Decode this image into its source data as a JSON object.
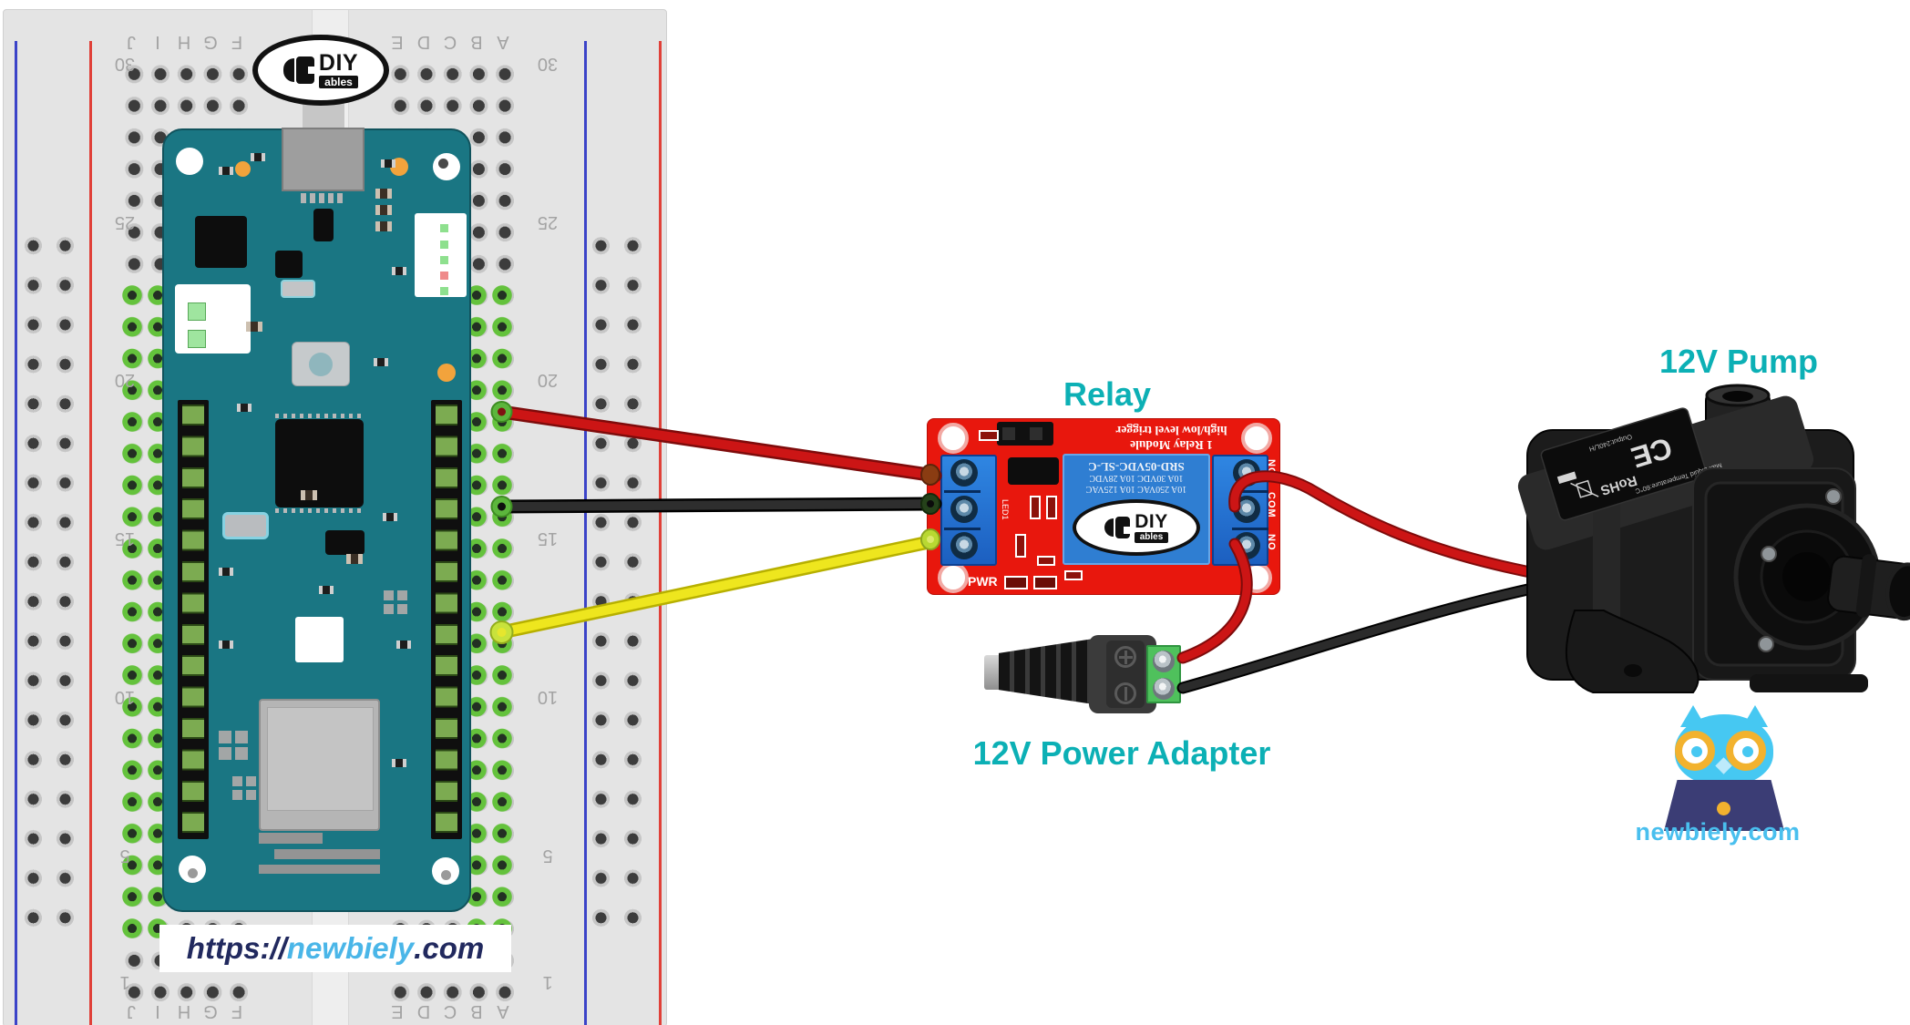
{
  "labels": {
    "relay": "Relay",
    "power_adapter": "12V Power Adapter",
    "pump": "12V Pump"
  },
  "branding": {
    "diyables": {
      "main": "DIY",
      "sub": "ables"
    },
    "newbiely_logo_text": "newbiely.com",
    "url_banner": {
      "prefix": "https://",
      "brand": "newbiely",
      "suffix": ".com"
    }
  },
  "breadboard": {
    "letters_left": [
      "J",
      "I",
      "H",
      "G",
      "F"
    ],
    "letters_right": [
      "E",
      "D",
      "C",
      "B",
      "A"
    ],
    "row_numbers": [
      "30",
      "25",
      "20",
      "15",
      "10",
      "5",
      "1"
    ]
  },
  "relay_module": {
    "heading_line1": "1 Relay Module",
    "heading_line2": "high/low level trigger",
    "relay_label_line1": "SRD-05VDC-SL-C",
    "relay_label_line2": "10A 30VDC 10A 28VDC",
    "relay_label_line3": "10A 250VAC 10A 125VAC",
    "terminal_labels": [
      "NC",
      "COM",
      "NO"
    ],
    "pwr_label": "PWR",
    "led_label": "LED1"
  },
  "pump": {
    "sticker": {
      "ce": "CE",
      "rohs": "RoHS",
      "spec_line1": "Output:240L/H",
      "spec_line2": "Max Liquid Temperature:60°C"
    }
  },
  "wire_colors": {
    "power_red": "#c41616",
    "ground_black": "#222222",
    "signal_yellow": "#e8e020"
  }
}
